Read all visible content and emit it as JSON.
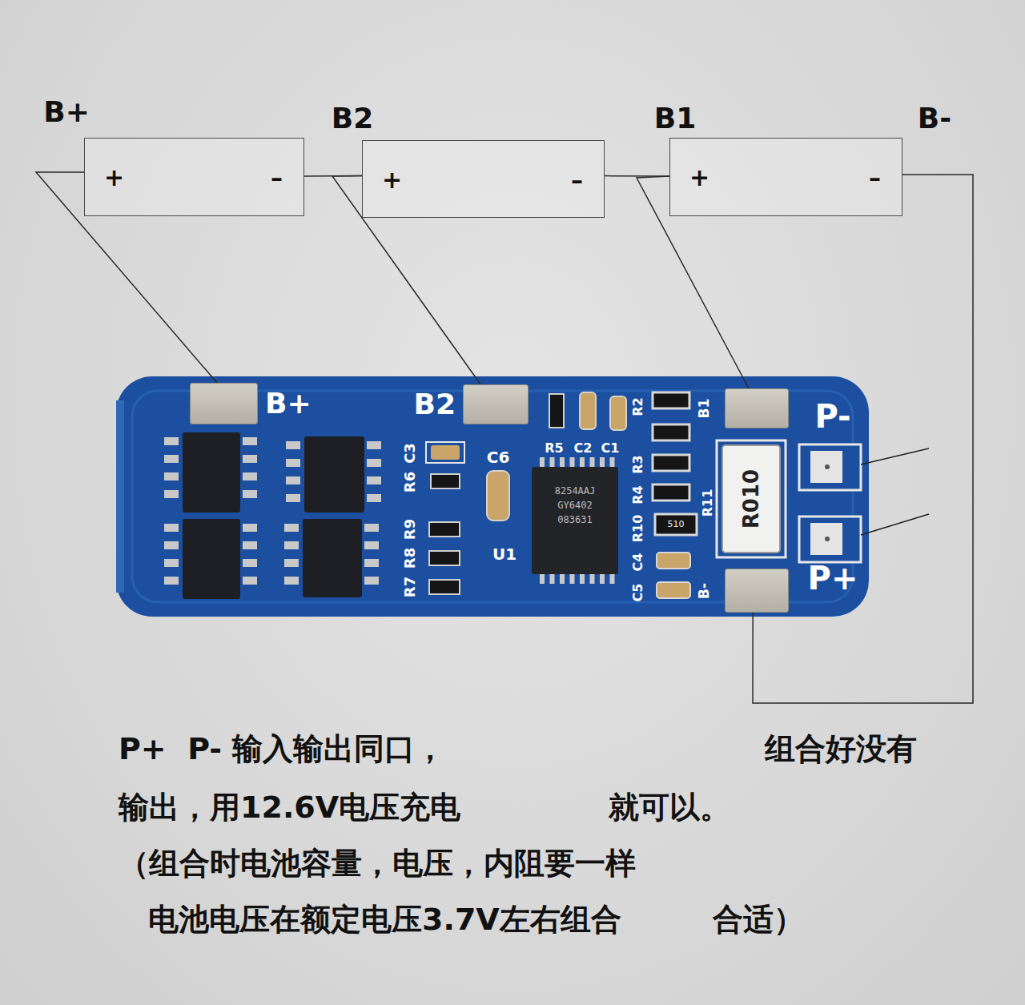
{
  "diagram": {
    "nodes": [
      {
        "text": [
          "+",
          "–"
        ]
      },
      {
        "text": [
          "+",
          "–"
        ]
      },
      {
        "text": [
          "+",
          "–"
        ]
      },
      {
        "text": [
          "B+"
        ]
      },
      {
        "text": [
          "B2"
        ]
      },
      {
        "text": [
          "B1"
        ]
      },
      {
        "text": [
          "B-"
        ]
      }
    ],
    "edges": [
      {
        "from": 0,
        "to": 3,
        "arrow": "none"
      },
      {
        "from": 0,
        "to": 1,
        "arrow": "none"
      },
      {
        "from": 1,
        "to": 4,
        "arrow": "none"
      },
      {
        "from": 1,
        "to": 2,
        "arrow": "none"
      },
      {
        "from": 2,
        "to": 5,
        "arrow": "none"
      },
      {
        "from": 2,
        "to": 6,
        "arrow": "none"
      }
    ],
    "labels": [
      "B+",
      "B2",
      "B1",
      "B-",
      "P-",
      "P+",
      "C3",
      "R6",
      "C6",
      "R9",
      "R8",
      "R7",
      "U1",
      "R5",
      "C2",
      "C1",
      "R2",
      "R3",
      "R4",
      "R10",
      "R11",
      "C4",
      "C5",
      "R010",
      "510",
      "8254AAJ",
      "GY6402",
      "083631",
      "P+  P- 输入输出同口，",
      "组合好没有",
      "输出，用12.6V电压充电",
      "就可以。",
      "（组合时电池容量，电压，内阻要一样",
      "电池电压在额定电压3.7V左右组合",
      "合适）"
    ]
  }
}
